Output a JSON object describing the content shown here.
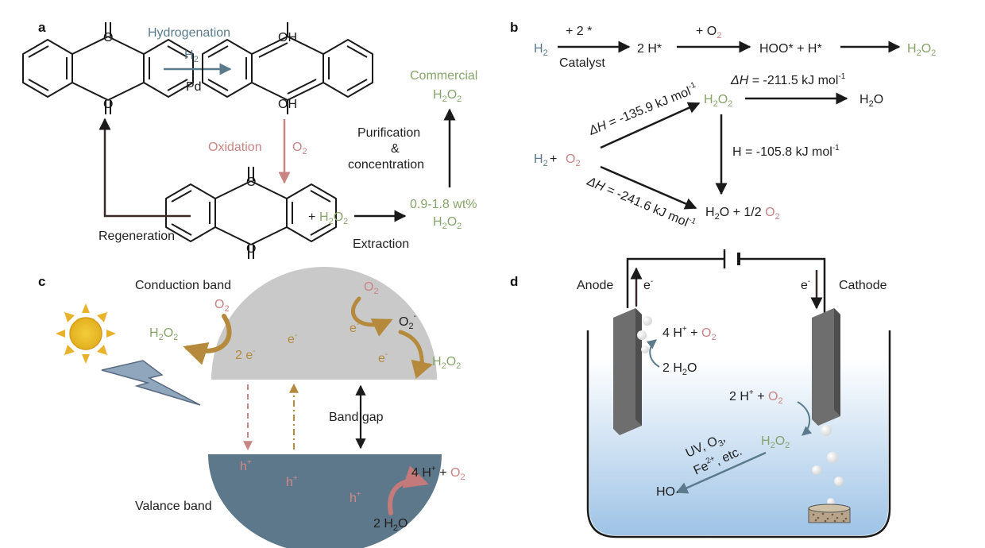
{
  "panels": {
    "a": {
      "label": "a",
      "hydrogenation": "Hydrogenation",
      "h2": "H",
      "h2_sub": "2",
      "pd": "Pd",
      "oh_top": "OH",
      "oh_bottom": "OH",
      "o_top": "O",
      "o_bottom": "O",
      "o2_top": "O",
      "o2_bottom": "O",
      "oxidation": "Oxidation",
      "o2": "O",
      "o2_sub": "2",
      "regeneration": "Regeneration",
      "plus": "+",
      "h2o2": "H",
      "h2o2_sub1": "2",
      "h2o2_o": "O",
      "h2o2_sub2": "2",
      "extraction": "Extraction",
      "purification": "Purification",
      "amp": "&",
      "concentration": "concentration",
      "commercial": "Commercial",
      "wt": "0.9-1.8 wt%"
    },
    "b": {
      "label": "b",
      "plus_2star": "+ 2 *",
      "catalyst": "Catalyst",
      "two_h_star": "2 H*",
      "plus_o2": "+ O",
      "hoo_h": "HOO* + H*",
      "dh_top": "ΔH = -211.5 kJ mol",
      "dh_left_top": "ΔH = -135.9 kJ mol",
      "dh_left_bottom": "ΔH = -241.6 kJ mol",
      "dh_mid": "H = -105.8 kJ mol",
      "sup_m1": "-1",
      "h2o": "H",
      "h2o_o": "O",
      "half_o2": "O + 1/2 ",
      "h2_plus": "H",
      "plus": " + "
    },
    "c": {
      "label": "c",
      "conduction_band": "Conduction band",
      "valance_band": "Valance band",
      "band_gap": "Band gap",
      "two_e": "2 e",
      "e": "e",
      "minus": "-",
      "h": "h",
      "plus": "+",
      "four_h": "4 H",
      "two_h2o": "2 H",
      "o2_minus": "O"
    },
    "d": {
      "label": "d",
      "anode": "Anode",
      "cathode": "Cathode",
      "e": "e",
      "minus": "-",
      "four_h": "4 H",
      "two_h2o": "2 H",
      "two_h": "2 H",
      "uv": "UV, O",
      "fe": "Fe",
      "etc": ", etc.",
      "ho": "HO·"
    }
  },
  "colors": {
    "blue": "#5b7b8c",
    "red": "#c98484",
    "green": "#86a46a",
    "orange": "#b58a3c",
    "conduction": "#c8c8c8",
    "valence": "#5d788a",
    "electrode": "#6b6b6b"
  }
}
